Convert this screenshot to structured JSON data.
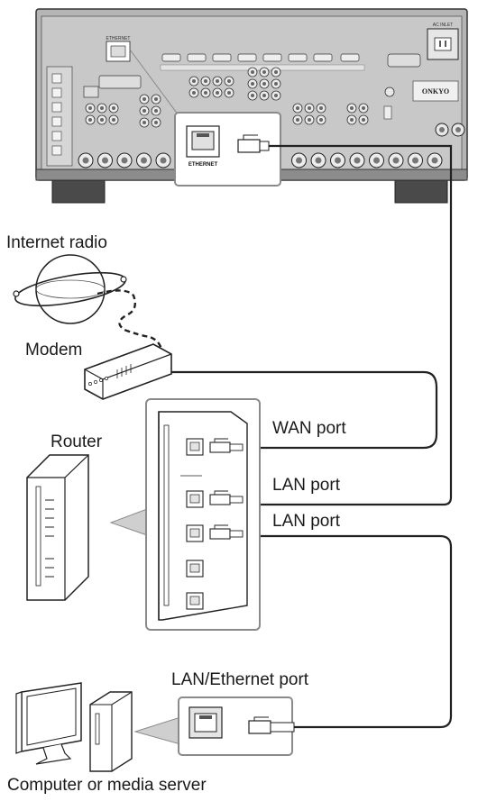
{
  "labels": {
    "internet_radio": "Internet radio",
    "modem": "Modem",
    "router": "Router",
    "wan_port": "WAN port",
    "lan_port_1": "LAN port",
    "lan_port_2": "LAN port",
    "lan_ethernet_port": "LAN/Ethernet port",
    "computer": "Computer or media server"
  },
  "receiver": {
    "ethernet_label": "ETHERNET",
    "ethernet_zoom_label": "ETHERNET",
    "brand": "ONKYO",
    "ac_inlet_label": "AC INLET"
  }
}
